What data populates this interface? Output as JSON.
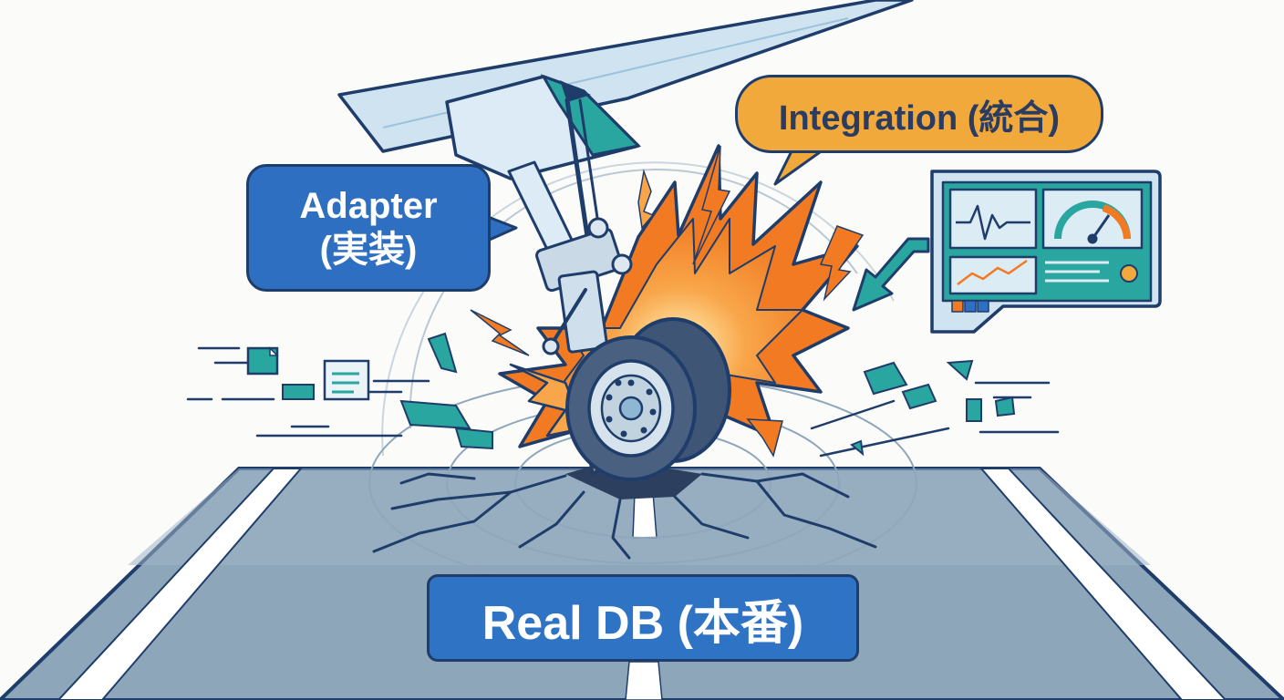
{
  "labels": {
    "adapter_line1": "Adapter",
    "adapter_line2": "(実装)",
    "integration": "Integration (統合)",
    "real_db": "Real DB (本番)"
  },
  "icons": {
    "landing_gear": "landing-gear-icon",
    "tire": "tire-icon",
    "impact": "explosion-icon",
    "monitor": "monitor-dashboard-icon",
    "documents": "document-icon",
    "runway": "runway-icon"
  },
  "colors": {
    "navy": "#1f3d6b",
    "blue": "#2f6fc1",
    "orange": "#f2a93b",
    "flame": "#f27a22",
    "teal": "#2aa6a0",
    "runway": "#8aa3b8",
    "wing": "#cfe3f0",
    "background": "#fbfbfa"
  }
}
